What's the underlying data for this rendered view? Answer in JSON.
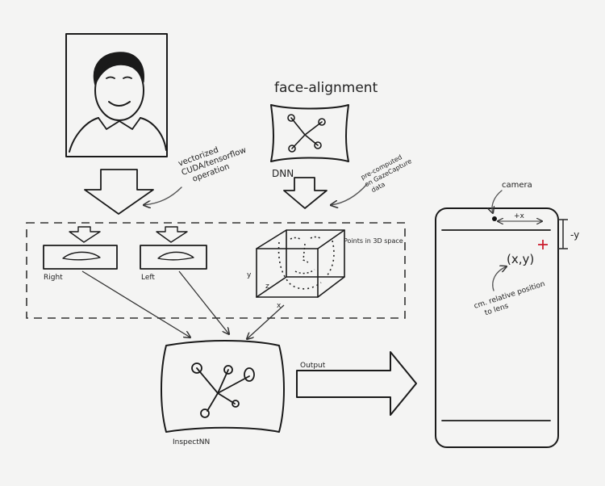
{
  "labels": {
    "face_alignment": "face-alignment",
    "dnn": "DNN",
    "vectorized_note": [
      "vectorized",
      "CUDA/tensorflow",
      "operation"
    ],
    "precomputed_note": [
      "pre-computed",
      "on GazeCapture",
      "data"
    ],
    "right_eye": "Right",
    "left_eye": "Left",
    "points_3d": "Points in 3D space",
    "axis_y": "y",
    "axis_z": "z",
    "axis_x": "x",
    "inspect_nn": "InspectNN",
    "output": "Output",
    "camera": "camera",
    "plus_x": "+x",
    "minus_y": "-y",
    "xy": "(x,y)",
    "cm_note": [
      "cm. relative position",
      "to lens"
    ]
  },
  "colors": {
    "ink": "#1a1a1a",
    "annotation": "#555555",
    "marker_red": "#cc1f2f",
    "paper": "#f4f4f3"
  }
}
